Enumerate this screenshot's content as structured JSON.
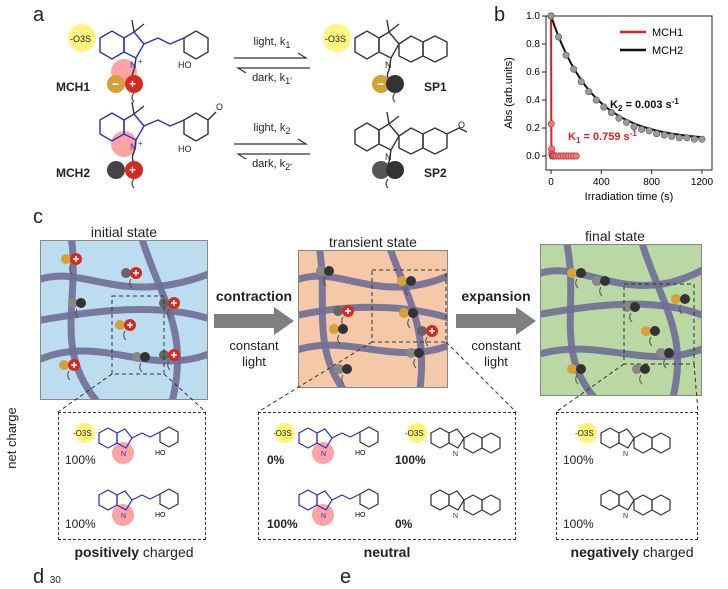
{
  "panel_a": {
    "letter": "a",
    "mch1_label": "MCH1",
    "sp1_label": "SP1",
    "mch2_label": "MCH2",
    "sp2_label": "SP2",
    "forward_1": "light, k",
    "forward_1_sub": "1",
    "back_1": "dark, k",
    "back_1_sub": "1'",
    "forward_2": "light, k",
    "forward_2_sub": "2",
    "back_2": "dark, k",
    "back_2_sub": "2'",
    "so3_label": "-O3S",
    "ho_label": "HO",
    "ome_label": "O",
    "n_label": "N",
    "n_plus": "+",
    "minus_sign": "−",
    "plus_sign": "+"
  },
  "panel_b": {
    "letter": "b",
    "chart_data": {
      "type": "scatter",
      "title": "",
      "xlabel": "Irradiation time (s)",
      "ylabel": "Abs (arb.units)",
      "xlim": [
        -40,
        1280
      ],
      "ylim": [
        -0.1,
        1.0
      ],
      "xticks": [
        0,
        400,
        800,
        1200
      ],
      "yticks": [
        0.0,
        0.2,
        0.4,
        0.6,
        0.8,
        1.0
      ],
      "xtick_labels": [
        "0",
        "400",
        "800",
        "1200"
      ],
      "ytick_labels": [
        "0.0",
        "0.2",
        "0.4",
        "0.6",
        "0.8",
        "1.0"
      ],
      "legend_position": "top-right",
      "series": [
        {
          "name": "MCH1",
          "color": "#e02020",
          "k": 0.759,
          "x": [
            0,
            2,
            4,
            6,
            8,
            10,
            15,
            20,
            30,
            40,
            60,
            80,
            100,
            120,
            140,
            160,
            180,
            200
          ],
          "y": [
            1.0,
            0.23,
            0.05,
            0.02,
            0.01,
            0.0,
            0.0,
            0.0,
            0.0,
            0.0,
            0.0,
            0.0,
            0.0,
            0.0,
            0.0,
            0.0,
            0.0,
            0.0
          ]
        },
        {
          "name": "MCH2",
          "color": "#111111",
          "k": 0.003,
          "x": [
            0,
            60,
            120,
            180,
            240,
            300,
            360,
            420,
            480,
            540,
            600,
            660,
            720,
            780,
            840,
            900,
            960,
            1020,
            1080,
            1140,
            1200
          ],
          "y": [
            1.0,
            0.85,
            0.72,
            0.62,
            0.53,
            0.46,
            0.4,
            0.35,
            0.31,
            0.27,
            0.24,
            0.21,
            0.19,
            0.18,
            0.16,
            0.15,
            0.14,
            0.13,
            0.13,
            0.12,
            0.12
          ]
        }
      ],
      "annotations": [
        {
          "text_prefix": "K",
          "text_sub": "2",
          "text_suffix": " = 0.003 s",
          "text_sup": "-1",
          "color": "#111111"
        },
        {
          "text_prefix": "K",
          "text_sub": "1",
          "text_suffix": " = 0.759 s",
          "text_sup": "-1",
          "color": "#e02020"
        }
      ]
    }
  },
  "panel_c": {
    "letter": "c",
    "initial_title": "initial state",
    "transient_title": "transient state",
    "final_title": "final state",
    "contraction_label": "contraction",
    "expansion_label": "expansion",
    "constant_light_1": "constant",
    "constant_light_2": "light",
    "net_charge_label": "net charge",
    "initial_pct_top": "100%",
    "initial_pct_bottom": "100%",
    "transient_pct_1": "0%",
    "transient_pct_2": "100%",
    "transient_pct_3": "100%",
    "transient_pct_4": "0%",
    "final_pct_top": "100%",
    "final_pct_bottom": "100%",
    "caption_initial_bold": "positively",
    "caption_initial_rest": " charged",
    "caption_transient_bold": "neutral",
    "caption_final_bold": "negatively",
    "caption_final_rest": " charged",
    "colors": {
      "initial_bg": "#bcdcef",
      "transient_bg": "#f5c8a8",
      "final_bg": "#b9d8a3",
      "polymer": "#6f6e96",
      "contraction": "#e6862c",
      "expansion": "#19a35b",
      "arrow": "#7f7f7f"
    }
  },
  "footer": {
    "letter_d": "d",
    "letter_d_extra": "30",
    "letter_e": "e"
  }
}
